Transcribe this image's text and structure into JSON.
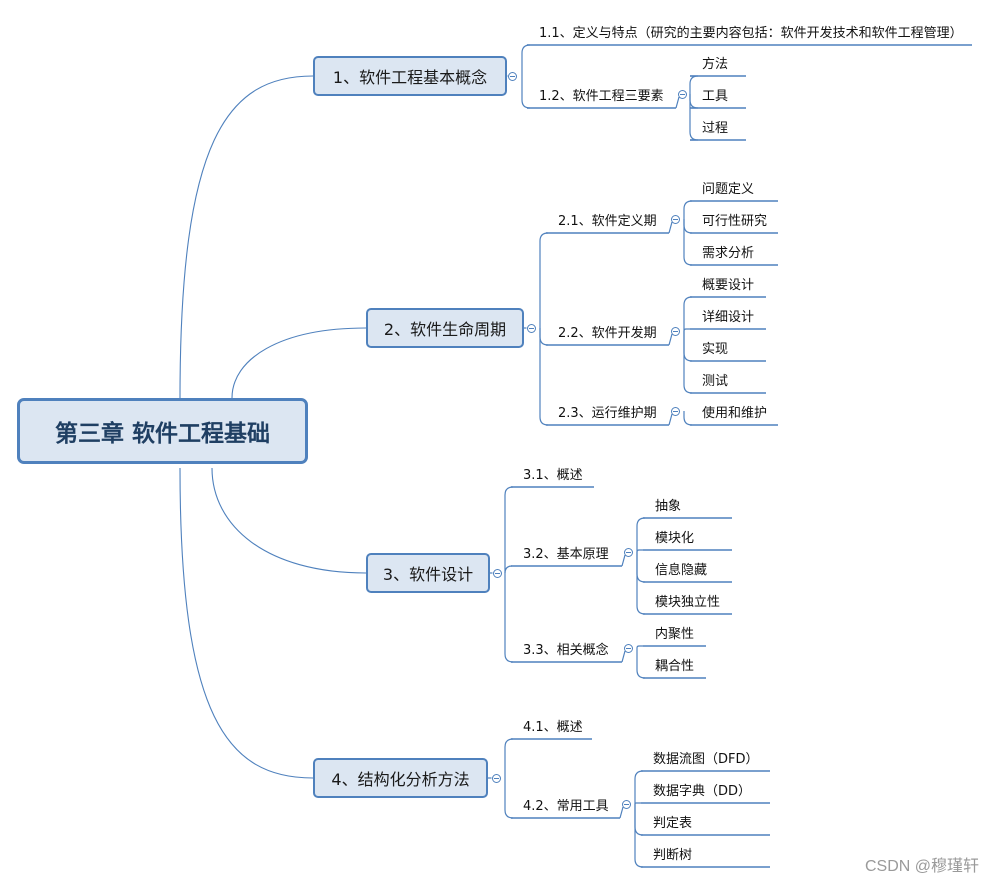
{
  "root": "第三章 软件工程基础",
  "branches": [
    {
      "label": "1、软件工程基本概念",
      "children": [
        {
          "label": "1.1、定义与特点（研究的主要内容包括：软件开发技术和软件工程管理）",
          "children": []
        },
        {
          "label": "1.2、软件工程三要素",
          "children": [
            "方法",
            "工具",
            "过程"
          ]
        }
      ]
    },
    {
      "label": "2、软件生命周期",
      "children": [
        {
          "label": "2.1、软件定义期",
          "children": [
            "问题定义",
            "可行性研究",
            "需求分析"
          ]
        },
        {
          "label": "2.2、软件开发期",
          "children": [
            "概要设计",
            "详细设计",
            "实现",
            "测试"
          ]
        },
        {
          "label": "2.3、运行维护期",
          "children": [
            "使用和维护"
          ]
        }
      ]
    },
    {
      "label": "3、软件设计",
      "children": [
        {
          "label": "3.1、概述",
          "children": []
        },
        {
          "label": "3.2、基本原理",
          "children": [
            "抽象",
            "模块化",
            "信息隐藏",
            "模块独立性"
          ]
        },
        {
          "label": "3.3、相关概念",
          "children": [
            "内聚性",
            "耦合性"
          ]
        }
      ]
    },
    {
      "label": "4、结构化分析方法",
      "children": [
        {
          "label": "4.1、概述",
          "children": []
        },
        {
          "label": "4.2、常用工具",
          "children": [
            "数据流图（DFD）",
            "数据字典（DD）",
            "判定表",
            "判断树"
          ]
        }
      ]
    }
  ],
  "watermark": "CSDN @穆瑾轩",
  "colors": {
    "line": "#4f81bd",
    "node_fill": "#dce6f2",
    "root_text": "#1f3f63"
  }
}
